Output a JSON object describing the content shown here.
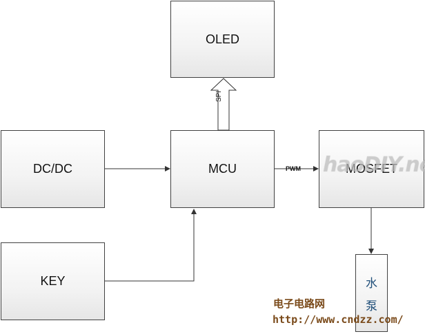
{
  "blocks": {
    "oled": "OLED",
    "dcdc": "DC/DC",
    "mcu": "MCU",
    "mosfet": "MOSFET",
    "key": "KEY",
    "pump_char1": "水",
    "pump_char2": "泵"
  },
  "edges": {
    "pwm": "PWM",
    "spi": "SPI"
  },
  "watermark": {
    "logo": "haoDIY.net",
    "site_name": "电子电路网",
    "url": "http://www.cndzz.com/"
  }
}
